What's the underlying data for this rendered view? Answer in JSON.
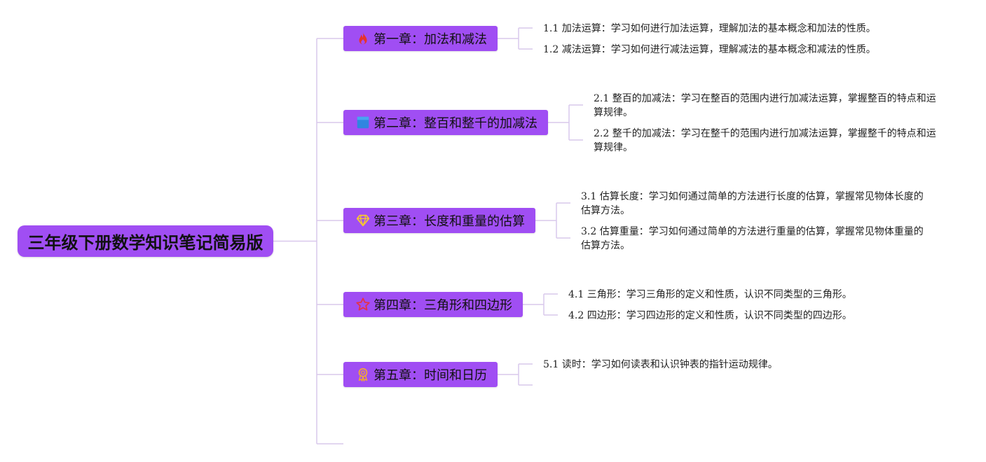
{
  "root": {
    "title": "三年级下册数学知识笔记简易版"
  },
  "chapters": [
    {
      "title": "第一章：加法和减法",
      "icon": "fire-icon",
      "topics": [
        "1.1 加法运算：学习如何进行加法运算，理解加法的基本概念和加法的性质。",
        "1.2 减法运算：学习如何进行减法运算，理解减法的基本概念和减法的性质。"
      ]
    },
    {
      "title": "第二章：整百和整千的加减法",
      "icon": "blue-square-icon",
      "topics": [
        "2.1 整百的加减法：学习在整百的范围内进行加减法运算，掌握整百的特点和运算规律。",
        "2.2 整千的加减法：学习在整千的范围内进行加减法运算，掌握整千的特点和运算规律。"
      ]
    },
    {
      "title": "第三章：长度和重量的估算",
      "icon": "diamond-icon",
      "topics": [
        "3.1 估算长度：学习如何通过简单的方法进行长度的估算，掌握常见物体长度的估算方法。",
        "3.2 估算重量：学习如何通过简单的方法进行重量的估算，掌握常见物体重量的估算方法。"
      ]
    },
    {
      "title": "第四章：三角形和四边形",
      "icon": "star-icon",
      "topics": [
        "4.1 三角形：学习三角形的定义和性质，认识不同类型的三角形。",
        "4.2 四边形：学习四边形的定义和性质，认识不同类型的四边形。"
      ]
    },
    {
      "title": "第五章：时间和日历",
      "icon": "award-badge-icon",
      "topics": [
        "5.1 读时：学习如何读表和认识钟表的指针运动规律。",
        ""
      ]
    }
  ],
  "colors": {
    "node_fill": "#a04ef3",
    "connector": "#d9c8ec",
    "fire_icon": "#e8332a",
    "square_icon": "#2f86e0",
    "diamond_icon": "#f5c535",
    "star_icon": "#e2344d",
    "badge_icon": "#f0a53a"
  }
}
